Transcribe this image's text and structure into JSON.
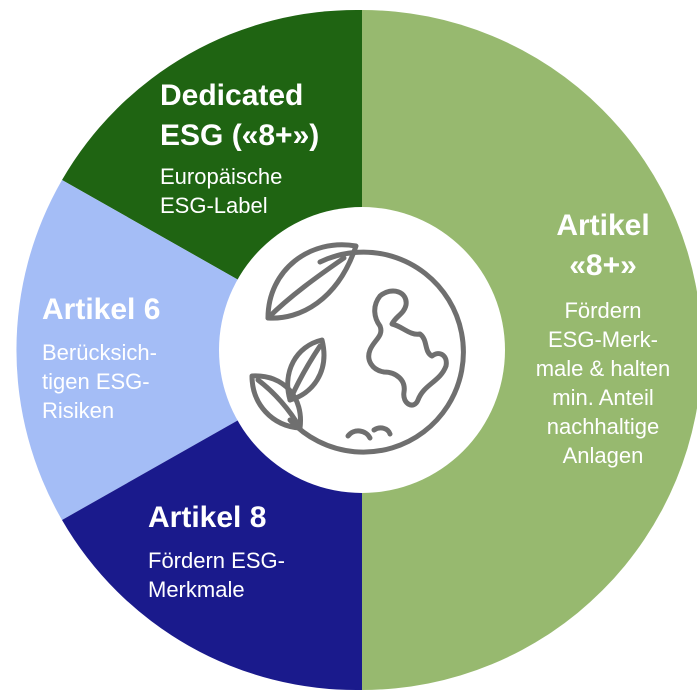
{
  "segments": {
    "dedicated": {
      "title_line1": "Dedicated",
      "title_line2": "ESG («8+»)",
      "body_line1": "Europäische",
      "body_line2": "ESG-Label",
      "color": "#1f6412"
    },
    "artikel8plus": {
      "title_line1": "Artikel",
      "title_line2": "«8+»",
      "body_lines": [
        "Fördern",
        "ESG-Merk-",
        "male & halten",
        "min. Anteil",
        "nachhaltige",
        "Anlagen"
      ],
      "color": "#97b96f"
    },
    "artikel6": {
      "title": "Artikel 6",
      "body_lines": [
        "Berücksich-",
        "tigen ESG-",
        "Risiken"
      ],
      "color": "#a4bdf6"
    },
    "artikel8": {
      "title": "Artikel 8",
      "body_lines": [
        "Fördern ESG-",
        "Merkmale"
      ],
      "color": "#1a1a8c"
    }
  },
  "center": {
    "icon": "globe-with-leaves-icon",
    "circle_color": "#ffffff",
    "icon_color": "#6f6f6f"
  }
}
